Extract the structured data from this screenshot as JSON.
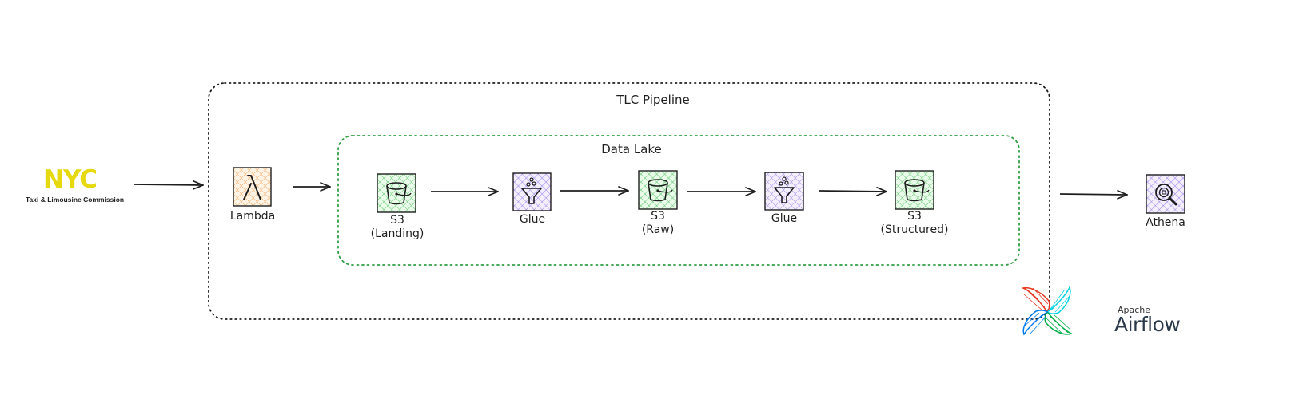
{
  "nyc_logo": {
    "wordmark": "NYC",
    "subtitle": "Taxi & Limousine Commission",
    "color": "#e6d90d"
  },
  "groups": {
    "pipeline_title": "TLC Pipeline",
    "data_lake_title": "Data Lake",
    "pipeline_border_color": "#1e1e1e",
    "data_lake_border_color": "#2f9e44"
  },
  "nodes": {
    "lambda": {
      "label": "Lambda",
      "icon": "lambda-icon",
      "fill": "#ffe8cc",
      "stroke": "#1e1e1e"
    },
    "s3_landing": {
      "line1": "S3",
      "line2": "(Landing)",
      "icon": "bucket-icon",
      "fill": "#d3f9d8"
    },
    "glue_1": {
      "label": "Glue",
      "icon": "funnel-icon",
      "fill": "#e5dbff"
    },
    "s3_raw": {
      "line1": "S3",
      "line2": "(Raw)",
      "icon": "bucket-icon",
      "fill": "#d3f9d8"
    },
    "glue_2": {
      "label": "Glue",
      "icon": "funnel-icon",
      "fill": "#e5dbff"
    },
    "s3_structured": {
      "line1": "S3",
      "line2": "(Structured)",
      "icon": "bucket-icon",
      "fill": "#d3f9d8"
    },
    "athena": {
      "label": "Athena",
      "icon": "magnifier-icon",
      "fill": "#e5dbff"
    }
  },
  "airflow_logo": {
    "top": "Apache",
    "bottom": "Airflow",
    "colors": [
      "#e43921",
      "#00ad46",
      "#04d1e3",
      "#017cee"
    ]
  }
}
